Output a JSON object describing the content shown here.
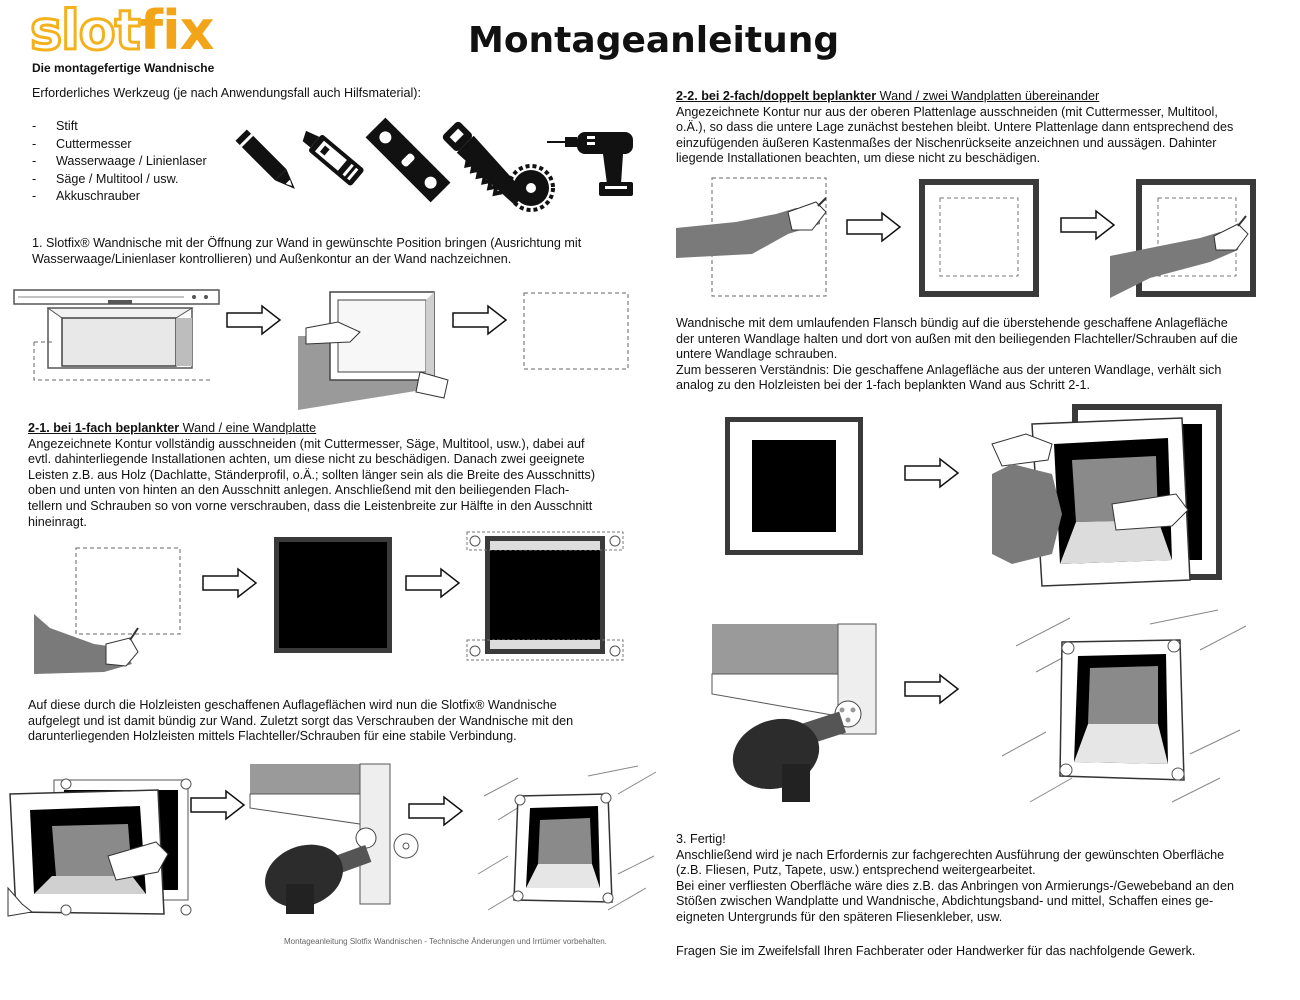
{
  "logo": {
    "word_a": "slot",
    "word_b": "fix",
    "tagline": "Die montagefertige Wandnische"
  },
  "title": "Montageanleitung",
  "tools": {
    "intro": "Erforderliches Werkzeug (je nach Anwendungsfall auch Hilfsmaterial):",
    "items": [
      "Stift",
      "Cuttermesser",
      "Wasserwaage / Linienlaser",
      "Säge / Multitool / usw.",
      "Akkuschrauber"
    ],
    "icons": [
      "pencil-icon",
      "cutter-knife-icon",
      "spirit-level-icon",
      "saw-icon",
      "cordless-drill-icon"
    ]
  },
  "step1": {
    "lines": [
      "1. Slotfix® Wandnische mit der Öffnung zur Wand in gewünschte Position bringen (Ausrichtung mit",
      "Wasserwaage/Linienlaser kontrollieren) und Außenkontur an der Wand nachzeichnen."
    ]
  },
  "step21": {
    "heading_bold": "2-1. bei 1-fach beplankter",
    "heading_rest": " Wand / eine Wandplatte",
    "lines": [
      "Angezeichnete Kontur vollständig ausschneiden (mit Cuttermesser, Säge, Multitool, usw.), dabei auf",
      "evtl. dahinterliegende Installationen achten, um diese nicht zu beschädigen. Danach zwei geeignete",
      "Leisten z.B. aus Holz (Dachlatte, Ständerprofil, o.Ä.; sollten länger sein als die Breite des Ausschnitts)",
      "oben und unten von hinten an den Ausschnitt anlegen. Anschließend mit den beiliegenden Flach-",
      "tellern und Schrauben so von vorne verschrauben, dass die Leistenbreite zur Hälfte in den Ausschnitt",
      "hineinragt."
    ],
    "lines_b": [
      "Auf diese durch die Holzleisten geschaffenen Auflageflächen wird nun die Slotfix® Wandnische",
      "aufgelegt und ist damit bündig zur Wand. Zuletzt sorgt das Verschrauben der Wandnische mit den",
      "darunterliegenden Holzleisten mittels Flachteller/Schrauben für eine stabile Verbindung."
    ]
  },
  "step22": {
    "heading_bold": "2-2. bei 2-fach/doppelt beplankter",
    "heading_rest": " Wand / zwei Wandplatten übereinander",
    "lines": [
      "Angezeichnete Kontur nur aus der oberen Plattenlage ausschneiden (mit Cuttermesser, Multitool,",
      "o.Ä.), so dass die untere Lage zunächst bestehen bleibt. Untere Plattenlage dann entsprechend des",
      "einzufügenden äußeren Kastenmaßes der Nischenrückseite anzeichnen und aussägen. Dahinter",
      "liegende Installationen beachten, um diese nicht zu beschädigen."
    ],
    "lines_b": [
      "Wandnische mit dem umlaufenden Flansch bündig auf die überstehende geschaffene Anlagefläche",
      "der unteren Wandlage halten und dort von außen mit den beiliegenden Flachteller/Schrauben auf die",
      "untere Wandlage schrauben.",
      "Zum besseren Verständnis: Die geschaffene Anlagefläche aus der unteren Wandlage, verhält sich",
      "analog zu den Holzleisten bei der 1-fach beplankten Wand aus Schritt 2-1."
    ]
  },
  "step3": {
    "lines": [
      "3. Fertig!",
      "Anschließend wird je nach Erfordernis zur fachgerechten Ausführung der gewünschten Oberfläche",
      "(z.B. Fliesen, Putz, Tapete, usw.) entsprechend weitergearbeitet.",
      "Bei einer verfliesten Oberfläche wäre dies z.B. das Anbringen von Armierungs-/Gewebeband an den",
      "Stößen zwischen Wandplatte und Wandnische, Abdichtungsband- und mittel, Schaffen eines ge-",
      "eigneten Untergrunds für den späteren Fliesenkleber, usw."
    ],
    "final": "Fragen Sie im Zweifelsfall Ihren Fachberater oder Handwerker für das nachfolgende Gewerk."
  },
  "footer": "Montageanleitung Slotfix Wandnischen - Technische Änderungen und Irrtümer vorbehalten.",
  "colors": {
    "logo_orange": "#f3a51a",
    "niche_black": "#000000",
    "arm_gray": "#7a7a7a",
    "frame_dark": "#3a3a3a"
  }
}
